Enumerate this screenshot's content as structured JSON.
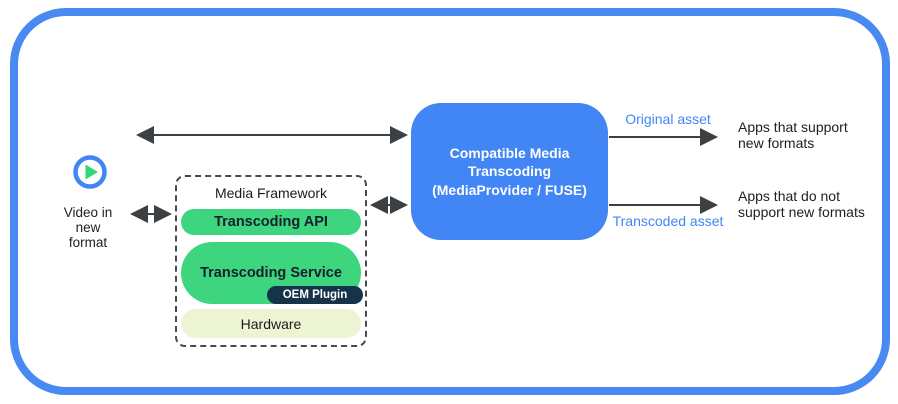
{
  "colors": {
    "outer_border_blue": "#4989F2",
    "transcoder_blue": "#4285F4",
    "pill_green": "#3ED57F",
    "hardware_pill": "#ECF4D3",
    "oem_navy": "#16334A",
    "arrow_gray": "#3C4043",
    "asset_label_blue": "#4285F4",
    "text_dark": "#202124"
  },
  "source": {
    "icon": "play-icon",
    "label": "Video in\nnew\nformat"
  },
  "framework": {
    "title": "Media Framework",
    "layers": {
      "api": {
        "label": "Transcoding API"
      },
      "service": {
        "label": "Transcoding Service",
        "badge": "OEM Plugin"
      },
      "hardware": {
        "label": "Hardware"
      }
    }
  },
  "transcoder": {
    "label": "Compatible Media\nTranscoding\n(MediaProvider / FUSE)"
  },
  "outputs": {
    "original": {
      "asset_label": "Original asset",
      "target": "Apps that support\nnew formats"
    },
    "transcoded": {
      "asset_label": "Transcoded asset",
      "target": "Apps that do not\nsupport new formats"
    }
  }
}
